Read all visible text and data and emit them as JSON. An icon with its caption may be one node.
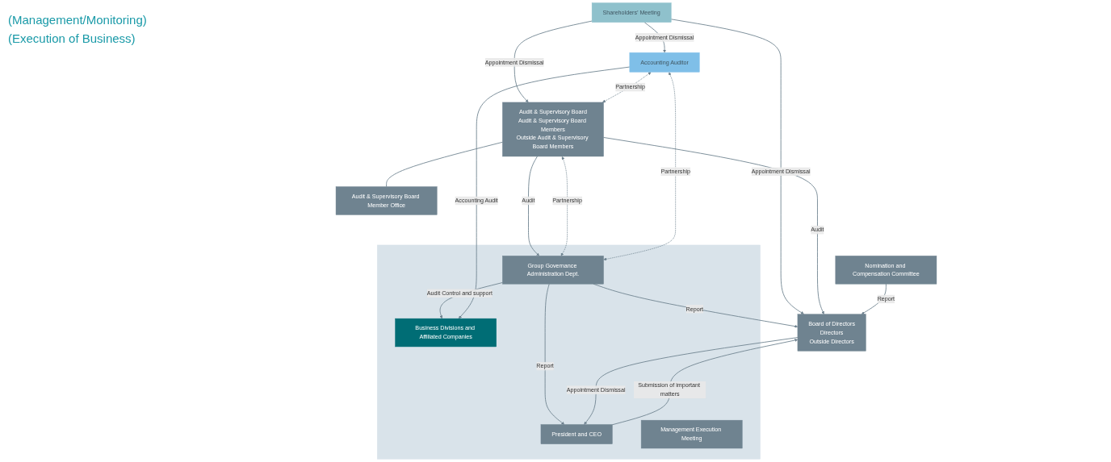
{
  "diagram": {
    "nodes": [
      {
        "text": [
          "Shareholders’ Meeting"
        ]
      },
      {
        "text": [
          "Accounting Auditor"
        ]
      },
      {
        "text": [
          "Audit & Supervisory Board",
          "Audit & Supervisory Board Members",
          "Outside Audit & Supervisory Board Members"
        ]
      },
      {
        "text": [
          "Board of Directors",
          "Directors",
          "Outside Directors"
        ]
      },
      {
        "text": [
          "Nomination and Compensation Committee"
        ]
      },
      {
        "text": [
          "Audit & Supervisory Board Member Office"
        ]
      },
      {
        "text": [],
        "shape": "box"
      },
      {
        "text": [
          "Group Governance Administration Dept."
        ],
        "in": 6
      },
      {
        "text": [
          "President and CEO"
        ],
        "in": 6
      },
      {
        "text": [
          "Management Execution Meeting"
        ],
        "in": 6
      },
      {
        "text": [
          "Business Divisions and Affiliated Companies"
        ],
        "in": 6
      }
    ],
    "edges": [
      {
        "from": 0,
        "to": 1,
        "arrow": "to",
        "label": "Appointment Dismissal"
      },
      {
        "from": 0,
        "to": 2,
        "arrow": "to",
        "label": "Appointment Dismissal"
      },
      {
        "from": 0,
        "to": 3,
        "arrow": "to",
        "label": "Appointment Dismissal"
      },
      {
        "from": 1,
        "to": 2,
        "arrow": "both",
        "label": "Partnership",
        "style": "dashed"
      },
      {
        "from": 2,
        "to": 3,
        "arrow": "to",
        "label": "Audit"
      },
      {
        "from": 4,
        "to": 3,
        "arrow": "to",
        "label": "Report"
      },
      {
        "from": 2,
        "to": 5,
        "arrow": "none"
      },
      {
        "from": 2,
        "to": 7,
        "arrow": "to",
        "label": "Audit"
      },
      {
        "from": 2,
        "to": 7,
        "arrow": "both",
        "label": "Partnership",
        "style": "dashed"
      },
      {
        "from": 1,
        "to": 7,
        "arrow": "both",
        "label": "Partnership",
        "style": "dashed"
      },
      {
        "from": 7,
        "to": 3,
        "arrow": "to",
        "label": "Report"
      },
      {
        "from": 7,
        "to": 8,
        "arrow": "to",
        "label": "Report"
      },
      {
        "from": 3,
        "to": 8,
        "arrow": "to",
        "label": "Appointment Dismissal"
      },
      {
        "from": 8,
        "to": 3,
        "arrow": "to",
        "label": "Submission of important matters"
      },
      {
        "from": 7,
        "to": 10,
        "arrow": "to",
        "label": "Audit Control and support"
      },
      {
        "from": 1,
        "to": 10,
        "arrow": "to",
        "label": "Accounting Audit"
      }
    ],
    "labels": [
      "(Management/Monitoring)",
      "(Execution of Business)"
    ]
  }
}
